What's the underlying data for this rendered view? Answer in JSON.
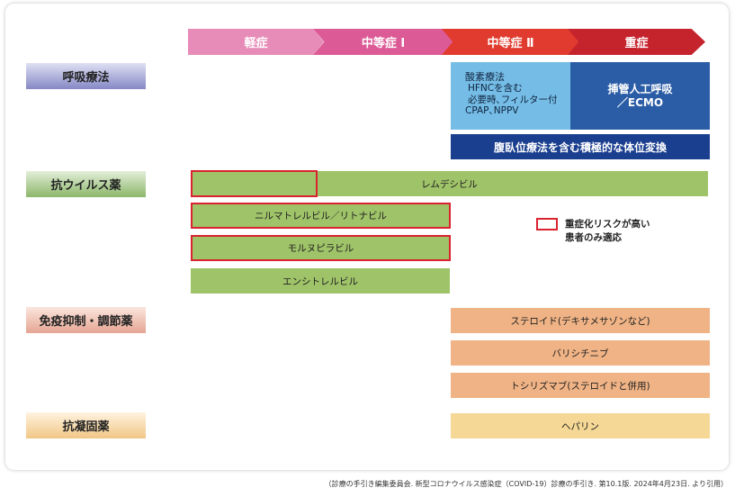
{
  "stages": [
    "軽症",
    "中等症 Ⅰ",
    "中等症 Ⅱ",
    "重症"
  ],
  "categories": {
    "respiratory": "呼吸療法",
    "antiviral": "抗ウイルス薬",
    "immunomodulator": "免疫抑制・調節薬",
    "anticoagulant": "抗凝固薬"
  },
  "respiratory": {
    "oxygen_title": "酸素療法",
    "oxygen_line1": "HFNCを含む",
    "oxygen_line2": "必要時､フィルター付",
    "oxygen_line3": "CPAP､NPPV",
    "intubation_line1": "挿管人工呼吸",
    "intubation_line2": "／ECMO",
    "prone": "腹臥位療法を含む積極的な体位変換"
  },
  "antiviral": {
    "remdesivir": "レムデシビル",
    "nirmatrelvir": "ニルマトレルビル／リトナビル",
    "molnupiravir": "モルヌピラビル",
    "ensitrelvir": "エンシトレルビル"
  },
  "immunomodulator": {
    "steroid": "ステロイド(デキサメサゾンなど)",
    "baricitinib": "バリシチニブ",
    "tocilizumab": "トシリズマブ(ステロイドと併用)"
  },
  "anticoagulant": {
    "heparin": "ヘパリン"
  },
  "legend": {
    "line1": "重症化リスクが高い",
    "line2": "患者のみ適応"
  },
  "source": "（診療の手引き編集委員会. 新型コロナウイルス感染症（COVID-19）診療の手引き. 第10.1版. 2024年4月23日. より引用）",
  "colors": {
    "mild": "#e78cb8",
    "moderate1": "#dc5a95",
    "moderate2": "#e13b2f",
    "severe": "#c5242d",
    "high_risk_border": "#d9232f"
  }
}
